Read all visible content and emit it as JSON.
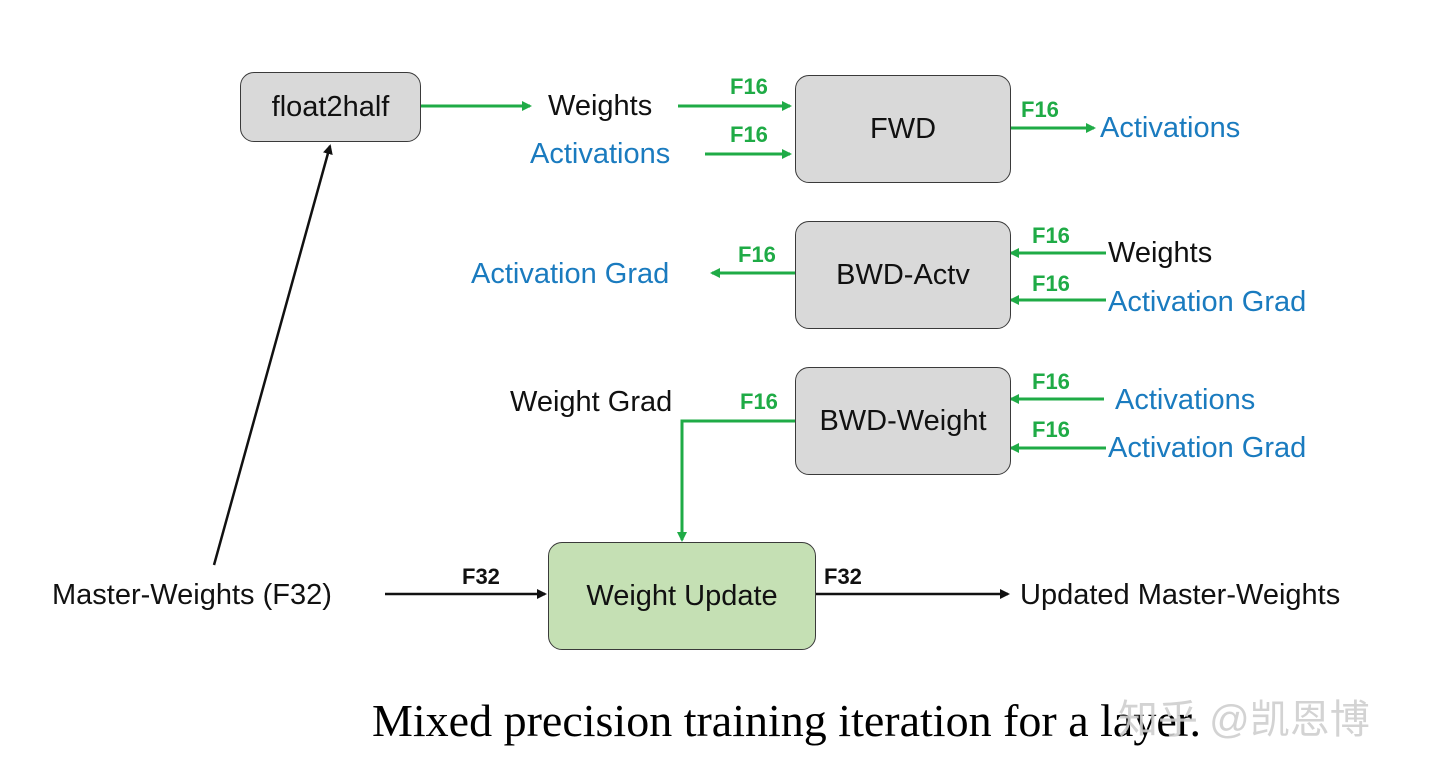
{
  "boxes": {
    "float2half": "float2half",
    "fwd": "FWD",
    "bwd_actv": "BWD-Actv",
    "bwd_weight": "BWD-Weight",
    "weight_update": "Weight Update"
  },
  "fwd": {
    "in_weights": "Weights",
    "in_activations": "Activations",
    "out_activations": "Activations",
    "tag_weights": "F16",
    "tag_activations": "F16",
    "tag_out": "F16"
  },
  "bwd_actv": {
    "out_grad": "Activation Grad",
    "in_weights": "Weights",
    "in_grad": "Activation Grad",
    "tag_out": "F16",
    "tag_weights": "F16",
    "tag_grad": "F16"
  },
  "bwd_weight": {
    "out_grad": "Weight Grad",
    "in_activations": "Activations",
    "in_grad": "Activation Grad",
    "tag_out": "F16",
    "tag_activations": "F16",
    "tag_grad": "F16"
  },
  "update": {
    "in_master": "Master-Weights (F32)",
    "out_master": "Updated Master-Weights",
    "tag_in": "F32",
    "tag_out": "F32"
  },
  "caption": "Mixed precision training iteration for a layer.",
  "watermark": "知乎 @凯恩博",
  "colors": {
    "green_arrow": "#1fab46",
    "blue_text": "#1a7bbf",
    "box_gray": "#d9d9d9",
    "box_green": "#c5e0b4"
  }
}
